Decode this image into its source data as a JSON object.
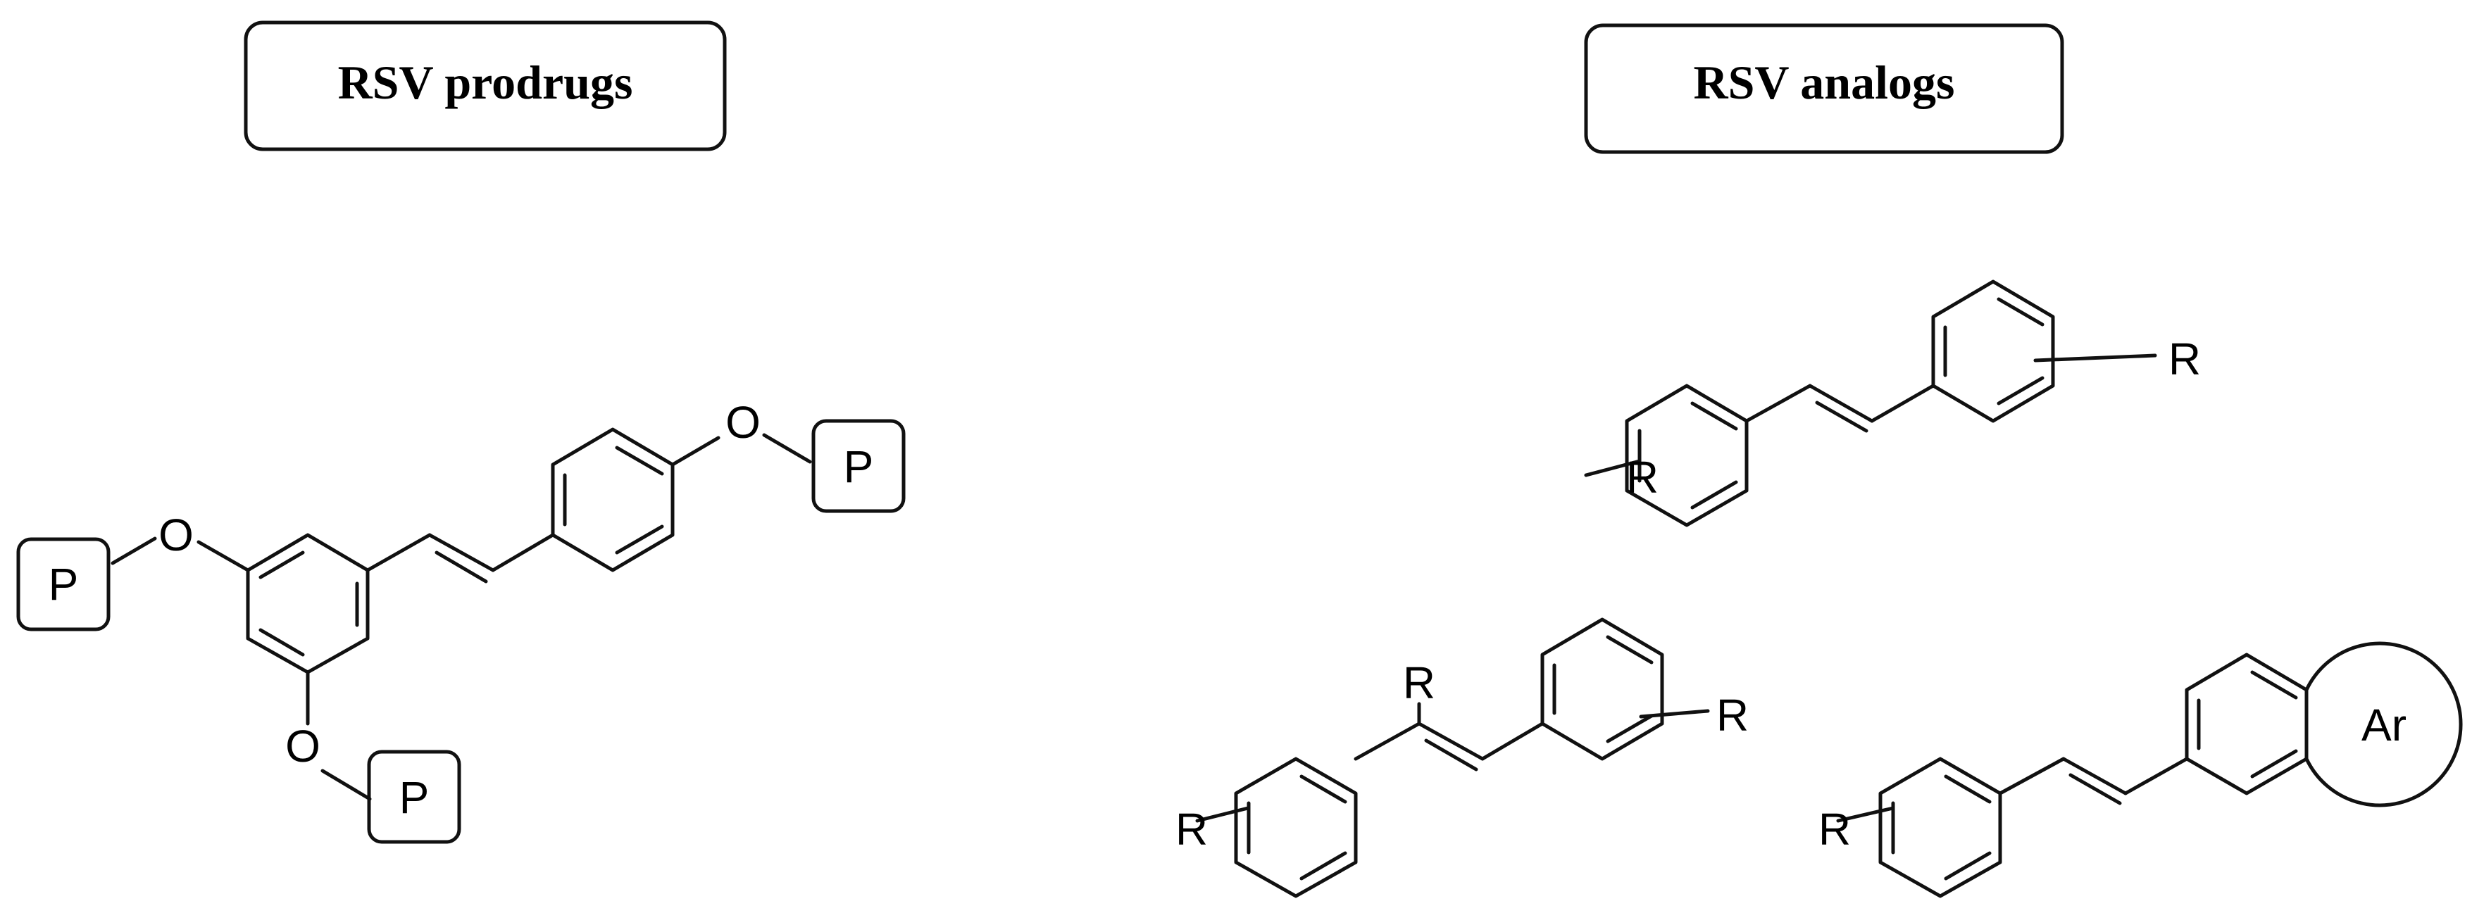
{
  "panels": {
    "prodrugs": {
      "title": "RSV prodrugs"
    },
    "analogs": {
      "title": "RSV analogs"
    }
  },
  "labels": {
    "oxygen": "O",
    "protecting_group": "P",
    "substituent": "R",
    "aryl": "Ar"
  }
}
